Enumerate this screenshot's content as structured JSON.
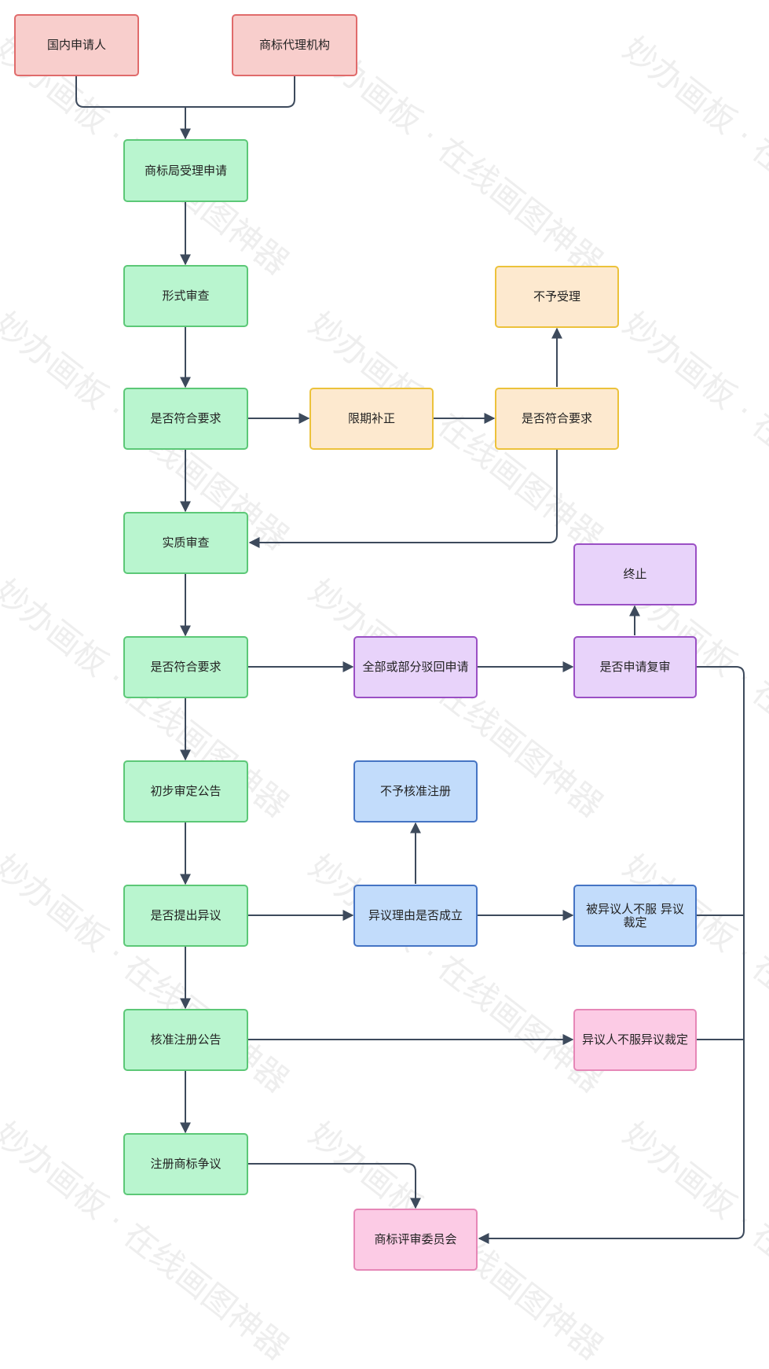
{
  "watermark": "妙办画板 · 在线画图神器",
  "colors": {
    "edge": "#3d4a5c",
    "red_fill": "#f8cecc",
    "green_fill": "#b9f5cf",
    "yellow_fill": "#fde9cf",
    "purple_fill": "#e8d3fa",
    "blue_fill": "#c2dcfb",
    "pink_fill": "#fccbe5"
  },
  "nodes": {
    "domestic_applicant": "国内申请人",
    "trademark_agency": "商标代理机构",
    "office_accepts": "商标局受理申请",
    "formal_exam": "形式审查",
    "meets_req_1": "是否符合要求",
    "correction_deadline": "限期补正",
    "meets_req_2": "是否符合要求",
    "not_accepted": "不予受理",
    "substantive_exam": "实质审查",
    "meets_req_3": "是否符合要求",
    "rejection": "全部或部分驳回申请",
    "apply_review": "是否申请复审",
    "terminate": "终止",
    "prelim_announce": "初步审定公告",
    "opposition_raised": "是否提出异议",
    "opposition_valid": "异议理由是否成立",
    "not_approved": "不予核准注册",
    "opposed_disagree": "被异议人不服 异议裁定",
    "approval_announce": "核准注册公告",
    "opposer_disagree": "异议人不服异议裁定",
    "dispute": "注册商标争议",
    "review_board": "商标评审委员会"
  }
}
